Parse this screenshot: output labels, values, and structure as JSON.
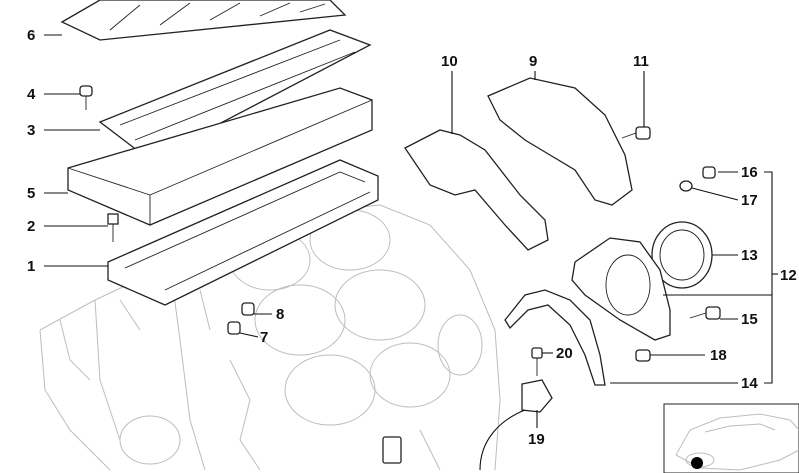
{
  "callouts": [
    {
      "id": "1",
      "text": "1"
    },
    {
      "id": "2",
      "text": "2"
    },
    {
      "id": "3",
      "text": "3"
    },
    {
      "id": "4",
      "text": "4"
    },
    {
      "id": "5",
      "text": "5"
    },
    {
      "id": "6",
      "text": "6"
    },
    {
      "id": "7",
      "text": "7"
    },
    {
      "id": "8",
      "text": "8"
    },
    {
      "id": "9",
      "text": "9"
    },
    {
      "id": "10",
      "text": "10"
    },
    {
      "id": "11",
      "text": "11"
    },
    {
      "id": "12",
      "text": "12"
    },
    {
      "id": "13",
      "text": "13"
    },
    {
      "id": "14",
      "text": "14"
    },
    {
      "id": "15",
      "text": "15"
    },
    {
      "id": "16",
      "text": "16"
    },
    {
      "id": "17",
      "text": "17"
    },
    {
      "id": "18",
      "text": "18"
    },
    {
      "id": "19",
      "text": "19"
    },
    {
      "id": "20",
      "text": "20"
    }
  ],
  "colors": {
    "line": "#111111",
    "ghost": "#bdbdbd",
    "marker": "#000000"
  },
  "thumbnail": {
    "icon": "car-location-icon"
  }
}
